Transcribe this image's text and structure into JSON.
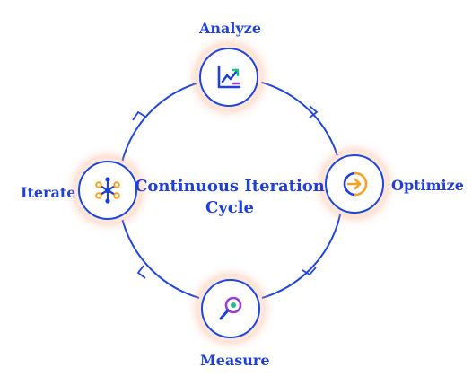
{
  "diagram": {
    "center_title": {
      "line1": "Continuous Iteration",
      "line2": "Cycle"
    },
    "stages": [
      {
        "label": "Analyze",
        "icon": "analytics-chart-icon"
      },
      {
        "label": "Optimize",
        "icon": "optimize-arrow-icon"
      },
      {
        "label": "Measure",
        "icon": "magnify-measure-icon"
      },
      {
        "label": "Iterate",
        "icon": "network-nodes-icon"
      }
    ],
    "colors": {
      "ring": "#2046e0",
      "text": "#1f3fd6",
      "glow": "#fde7da",
      "accent_green": "#19c37d",
      "accent_orange": "#f5a21a",
      "accent_purple": "#9b3fd4"
    }
  }
}
